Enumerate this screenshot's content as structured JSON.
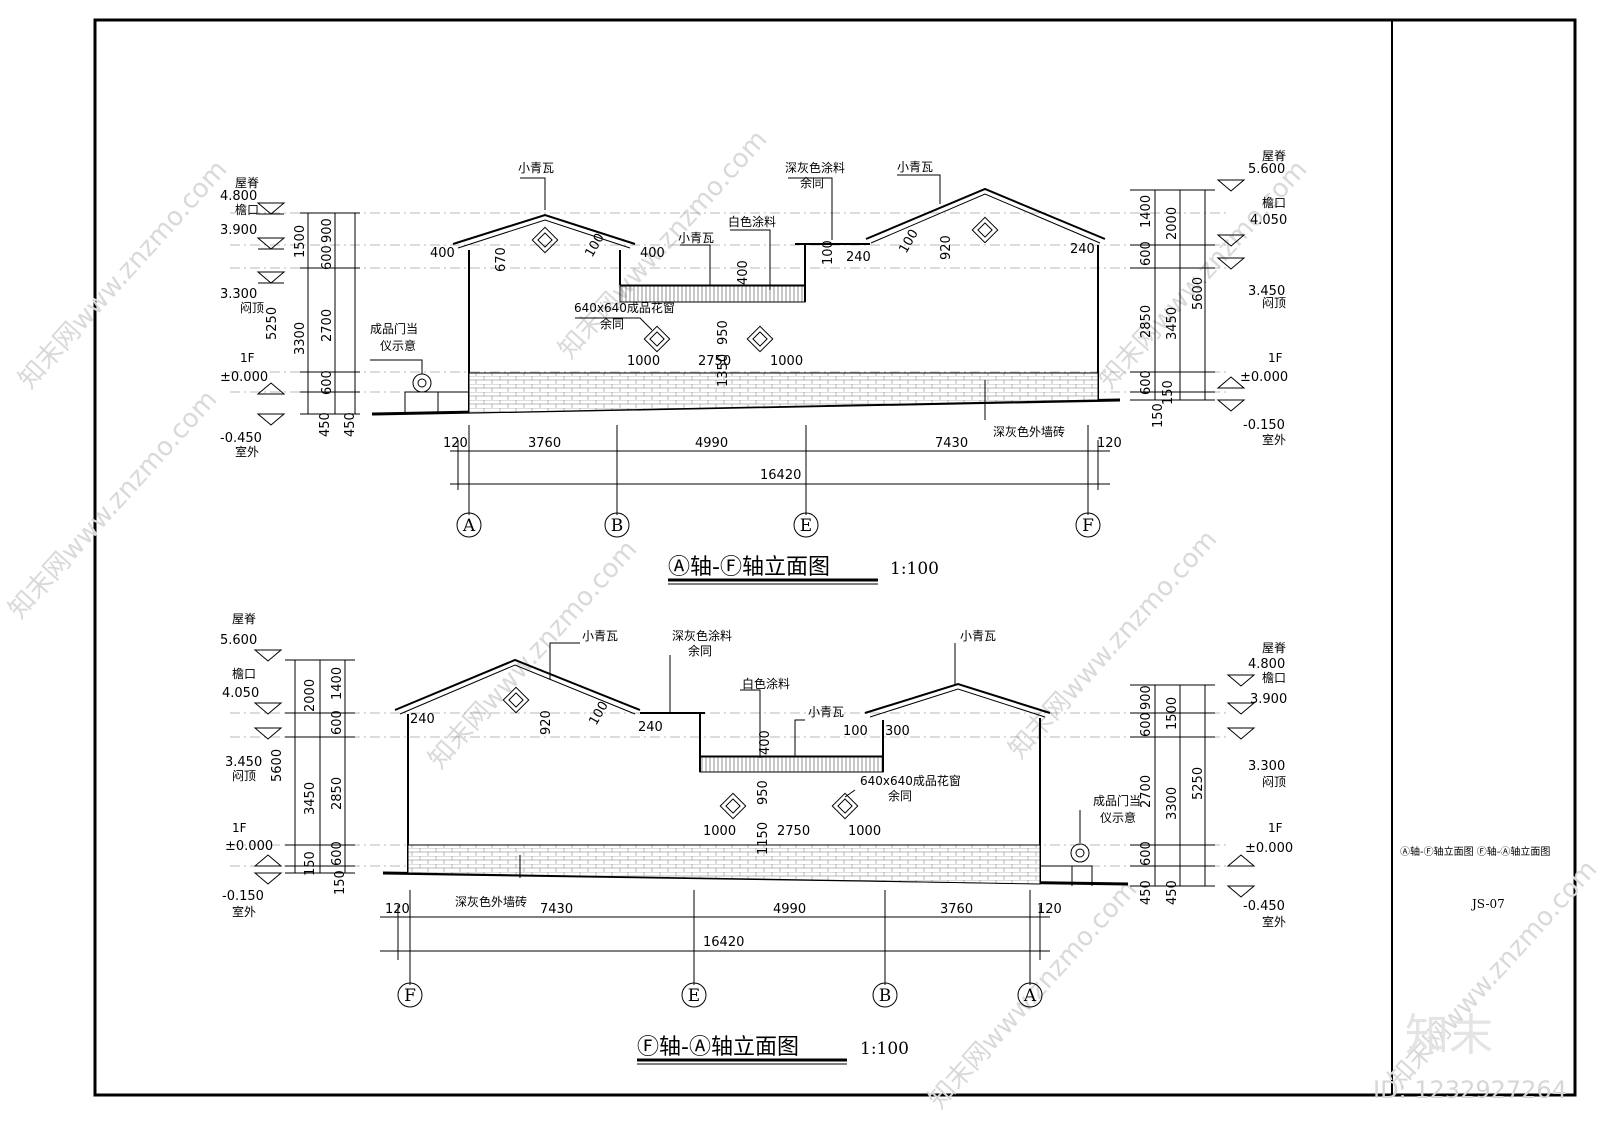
{
  "sheet": {
    "drawing_no": "JS-07",
    "title_block_name": "Ⓐ轴-Ⓕ轴立面图 Ⓕ轴-Ⓐ轴立面图",
    "brand_logo": "知末",
    "brand_id": "ID: 1232927264",
    "watermark": "知末网www.znzmo.com"
  },
  "top": {
    "title": "Ⓐ轴-Ⓕ轴立面图",
    "scale": "1:100",
    "left_levels": {
      "ridge_label": "屋脊",
      "ridge": "4.800",
      "eave_label": "檐口",
      "eave": "3.900",
      "parapet": "3.300",
      "parapet_label": "闷顶",
      "floor_label": "1F",
      "floor": "±0.000",
      "outdoor": "-0.450",
      "outdoor_label": "室外"
    },
    "right_levels": {
      "ridge_label": "屋脊",
      "ridge": "5.600",
      "eave_label": "檐口",
      "eave": "4.050",
      "parapet": "3.450",
      "parapet_label": "闷顶",
      "floor_label": "1F",
      "floor": "±0.000",
      "outdoor": "-0.150",
      "outdoor_label": "室外"
    },
    "left_dims": {
      "total": "5250",
      "a": "1500",
      "b": "3300",
      "c": "450",
      "d": "900",
      "e": "600",
      "f": "2700",
      "g": "600",
      "h": "450"
    },
    "right_dims": {
      "a": "1400",
      "b": "600",
      "c": "2850",
      "d": "600",
      "e": "150",
      "f": "2000",
      "g": "3450",
      "h": "150",
      "total": "5600"
    },
    "notes": {
      "tile1": "小青瓦",
      "tile2": "小青瓦",
      "tile3": "小青瓦",
      "paint_dark": "深灰色涂料",
      "paint_dark_same": "余同",
      "paint_white": "白色涂料",
      "window": "640x640成品花窗",
      "window_same": "余同",
      "door_block": "成品门当",
      "door_block_2": "仪示意",
      "brick": "深灰色外墙砖"
    },
    "inner_dims": {
      "d400a": "400",
      "d670": "670",
      "d100a": "100",
      "d400b": "400",
      "d400c": "400",
      "d950": "950",
      "d1350": "1350",
      "d1000a": "1000",
      "d2750": "2750",
      "d1000b": "1000",
      "d100b": "100",
      "d240a": "240",
      "d100c": "100",
      "d920": "920",
      "d240b": "240"
    },
    "bottom_dims": {
      "e1": "120",
      "e2": "3760",
      "e3": "4990",
      "e4": "7430",
      "e5": "120",
      "total": "16420"
    },
    "axes": [
      "A",
      "B",
      "E",
      "F"
    ]
  },
  "bottom": {
    "title": "Ⓕ轴-Ⓐ轴立面图",
    "scale": "1:100",
    "left_levels": {
      "ridge_label": "屋脊",
      "ridge": "5.600",
      "eave_label": "檐口",
      "eave": "4.050",
      "parapet": "3.450",
      "parapet_label": "闷顶",
      "floor_label": "1F",
      "floor": "±0.000",
      "outdoor": "-0.150",
      "outdoor_label": "室外"
    },
    "right_levels": {
      "ridge_label": "屋脊",
      "ridge": "4.800",
      "eave_label": "檐口",
      "eave": "3.900",
      "parapet": "3.300",
      "parapet_label": "闷顶",
      "floor_label": "1F",
      "floor": "±0.000",
      "outdoor": "-0.450",
      "outdoor_label": "室外"
    },
    "left_dims": {
      "total": "5600",
      "a": "2000",
      "b": "3450",
      "c": "150",
      "d": "1400",
      "e": "600",
      "f": "2850",
      "g": "600",
      "h": "150"
    },
    "right_dims": {
      "a": "900",
      "b": "600",
      "c": "2700",
      "d": "600",
      "e": "450",
      "f": "1500",
      "g": "3300",
      "h": "450",
      "total": "5250"
    },
    "notes": {
      "tile1": "小青瓦",
      "tile2": "小青瓦",
      "tile3": "小青瓦",
      "paint_dark": "深灰色涂料",
      "paint_dark_same": "余同",
      "paint_white": "白色涂料",
      "window": "640x640成品花窗",
      "window_same": "余同",
      "door_block": "成品门当",
      "door_block_2": "仪示意",
      "brick": "深灰色外墙砖"
    },
    "inner_dims": {
      "d240a": "240",
      "d920": "920",
      "d100a": "100",
      "d240b": "240",
      "d400": "400",
      "d950": "950",
      "d1150": "1150",
      "d1000a": "1000",
      "d2750": "2750",
      "d1000b": "1000",
      "d100b": "100",
      "d300": "300"
    },
    "bottom_dims": {
      "e1": "120",
      "e2": "7430",
      "e3": "4990",
      "e4": "3760",
      "e5": "120",
      "total": "16420"
    },
    "axes": [
      "F",
      "E",
      "B",
      "A"
    ]
  }
}
